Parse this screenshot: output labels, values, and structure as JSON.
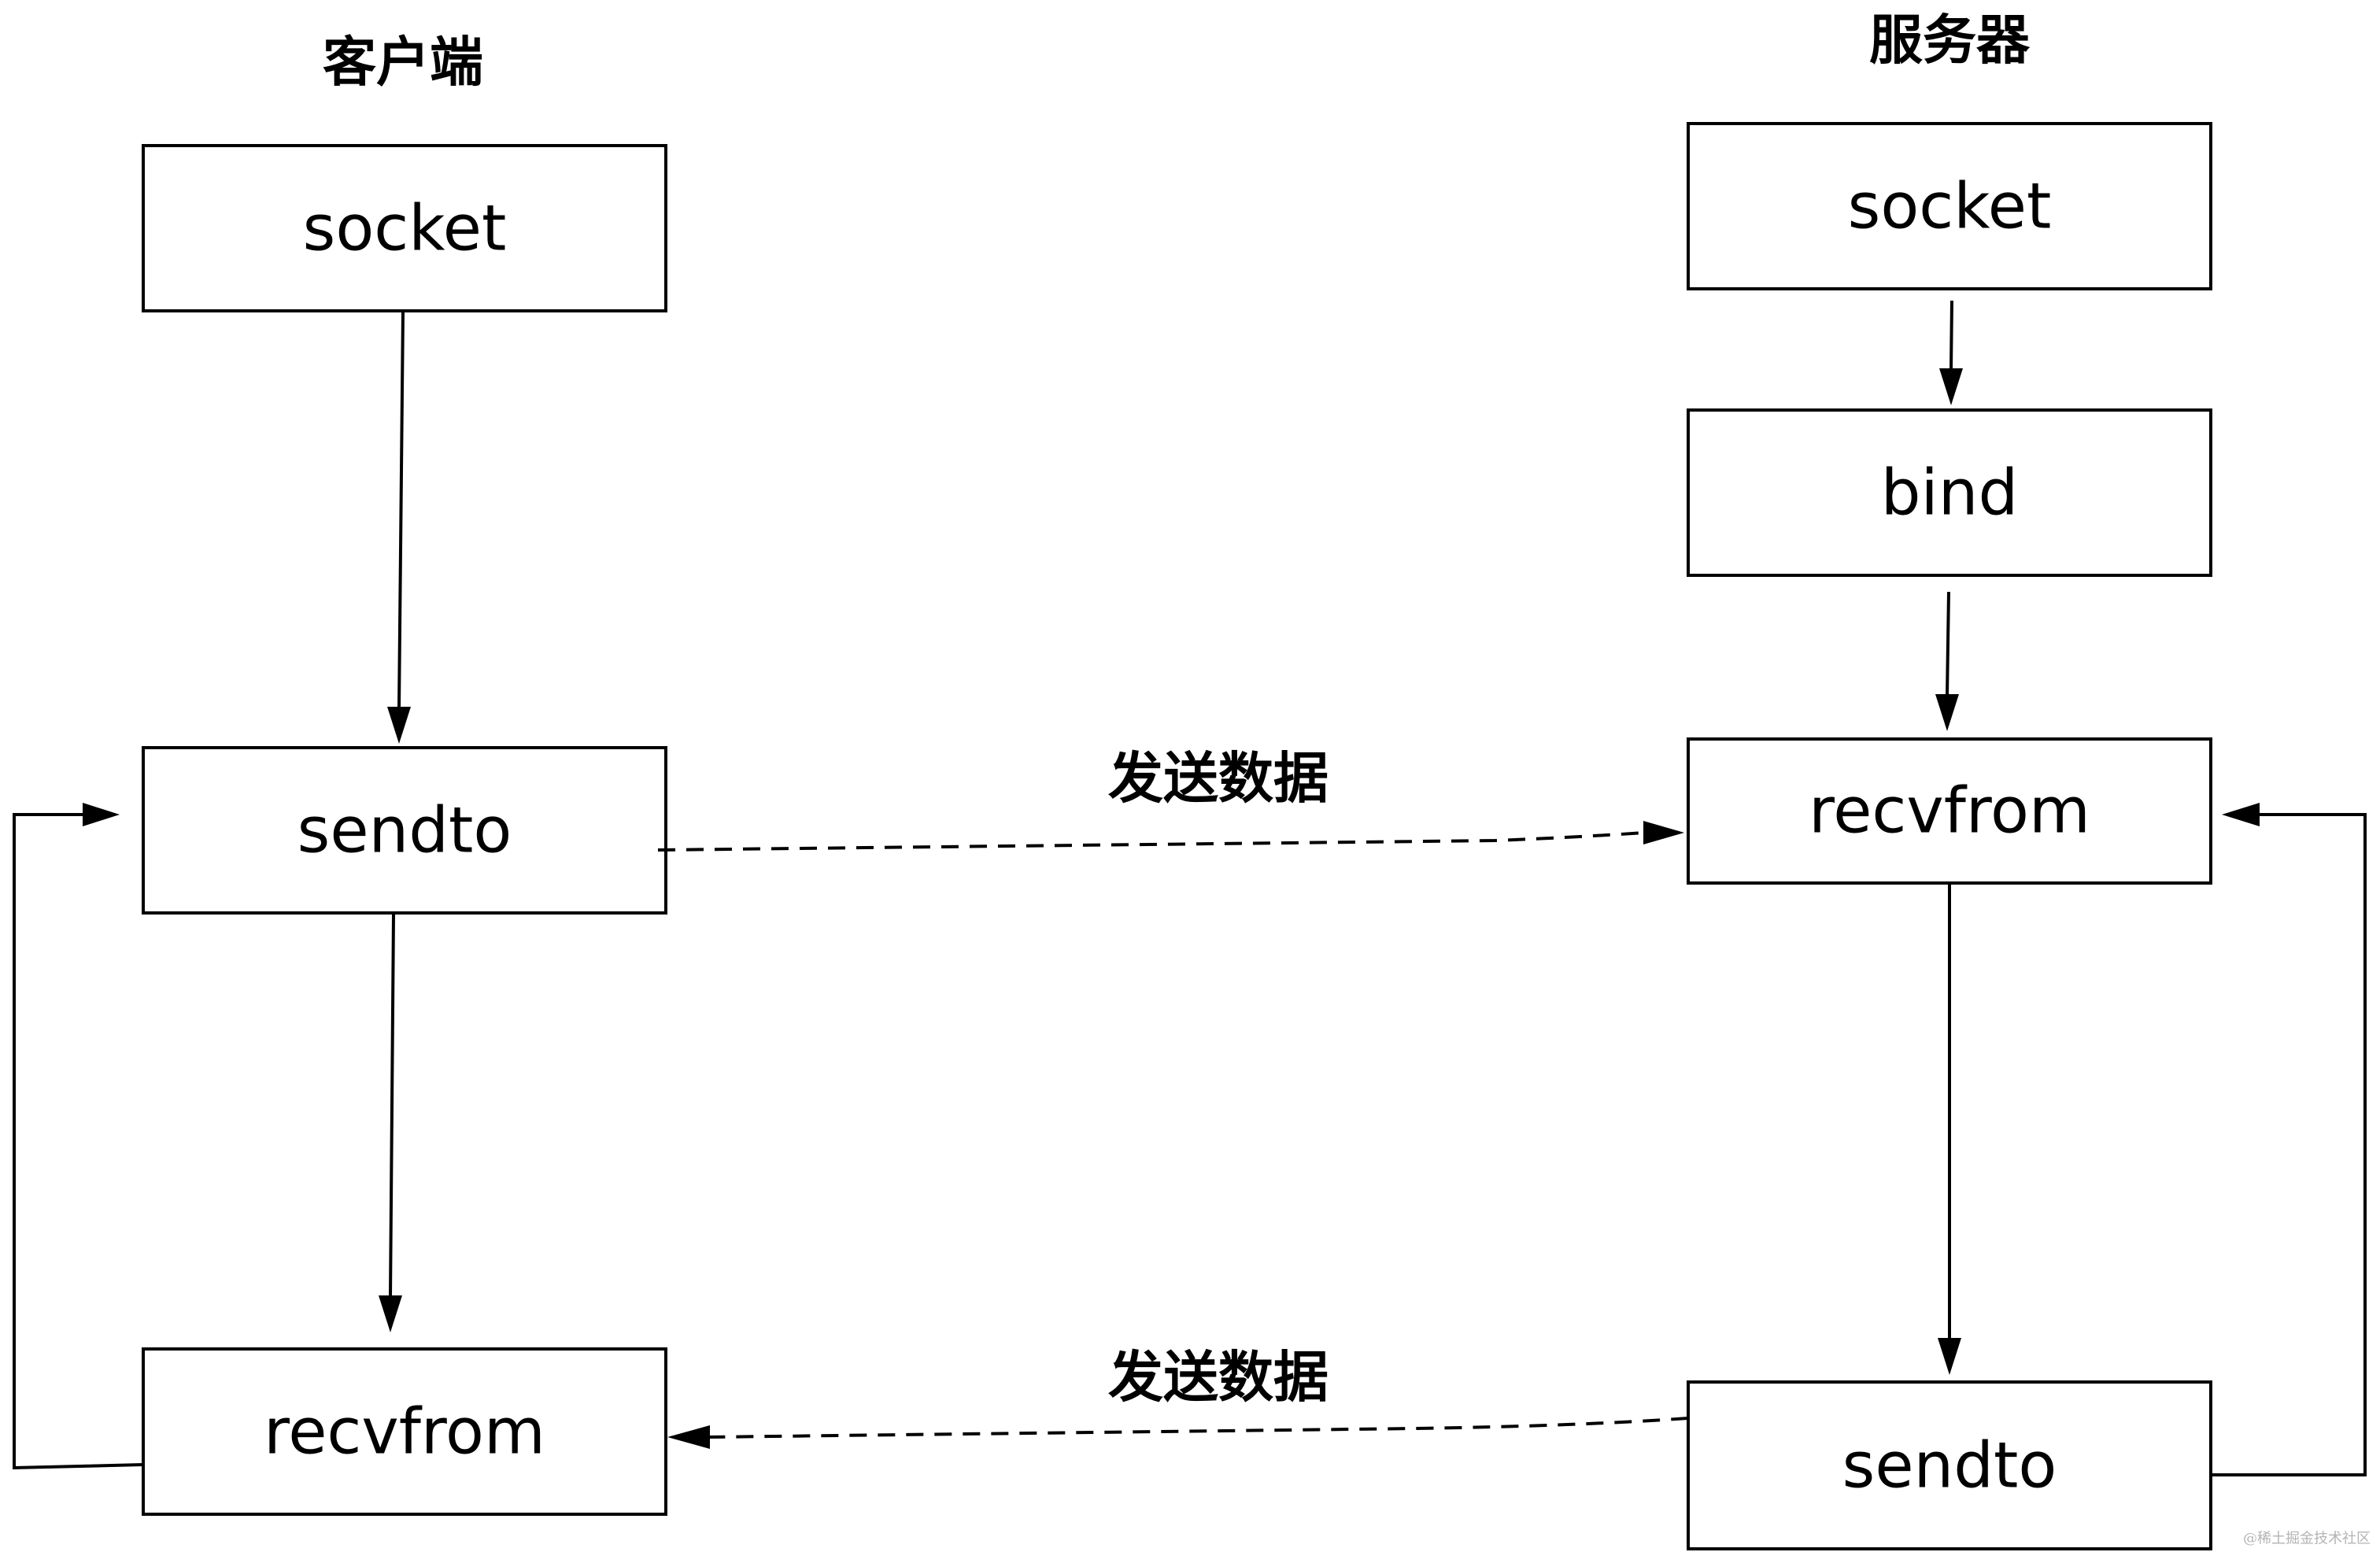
{
  "columns": {
    "client": {
      "title": "客户端"
    },
    "server": {
      "title": "服务器"
    }
  },
  "client_steps": [
    "socket",
    "sendto",
    "recvfrom"
  ],
  "server_steps": [
    "socket",
    "bind",
    "recvfrom",
    "sendto"
  ],
  "messages": [
    {
      "label": "发送数据",
      "from": "client.sendto",
      "to": "server.recvfrom"
    },
    {
      "label": "发送数据",
      "from": "server.sendto",
      "to": "client.recvfrom"
    }
  ],
  "watermark": "@稀土掘金技术社区",
  "colors": {
    "line": "#000000",
    "background": "#ffffff",
    "watermark": "#b4b4b4"
  }
}
